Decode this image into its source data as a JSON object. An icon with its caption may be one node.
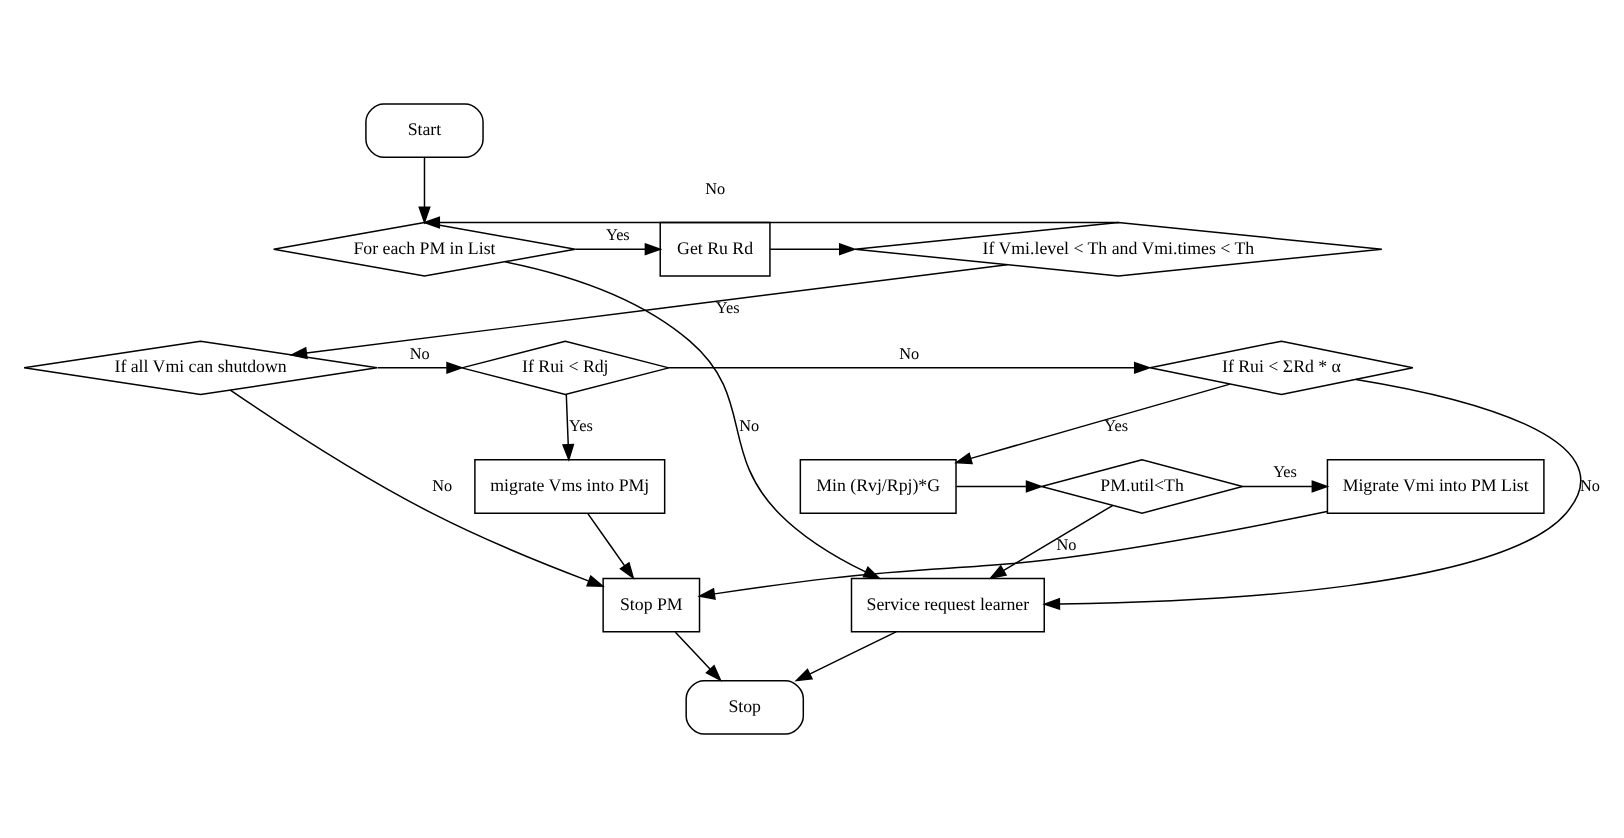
{
  "diagram": {
    "nodes": [
      {
        "text": [
          "Start"
        ]
      },
      {
        "text": [
          "For each PM in List"
        ]
      },
      {
        "text": [
          "Get Ru Rd"
        ]
      },
      {
        "text": [
          "If Vmi.level < Th and Vmi.times < Th"
        ]
      },
      {
        "text": [
          "If all Vmi can shutdown"
        ]
      },
      {
        "text": [
          "If Rui < Rdj"
        ]
      },
      {
        "text": [
          "If Rui < ΣRd * α"
        ]
      },
      {
        "text": [
          "migrate Vms into PMj"
        ]
      },
      {
        "text": [
          "Migrate Vmi into PM List"
        ]
      },
      {
        "text": [
          "PM.util<Th"
        ]
      },
      {
        "text": [
          "Min (Rvj/Rpj)*G"
        ]
      },
      {
        "text": [
          "Stop PM"
        ]
      },
      {
        "text": [
          "Stop"
        ]
      },
      {
        "text": [
          "Service request learner"
        ]
      }
    ],
    "edges": [
      {
        "from": 0,
        "to": 1,
        "arrow": "to"
      },
      {
        "from": 1,
        "to": 2,
        "arrow": "to",
        "label": "Yes"
      },
      {
        "from": 2,
        "to": 3,
        "arrow": "to"
      },
      {
        "from": 3,
        "to": 1,
        "arrow": "to",
        "label": "No"
      },
      {
        "from": 3,
        "to": 4,
        "arrow": "to",
        "label": "Yes"
      },
      {
        "from": 4,
        "to": 5,
        "arrow": "to",
        "label": "No"
      },
      {
        "from": 5,
        "to": 6,
        "arrow": "to",
        "label": "No"
      },
      {
        "from": 5,
        "to": 7,
        "arrow": "to",
        "label": "Yes"
      },
      {
        "from": 4,
        "to": 11,
        "arrow": "to",
        "label": "No"
      },
      {
        "from": 6,
        "to": 10,
        "arrow": "to",
        "label": "Yes"
      },
      {
        "from": 10,
        "to": 9,
        "arrow": "to"
      },
      {
        "from": 9,
        "to": 8,
        "arrow": "to",
        "label": "Yes"
      },
      {
        "from": 9,
        "to": 13,
        "arrow": "to",
        "label": "No"
      },
      {
        "from": 7,
        "to": 11,
        "arrow": "to"
      },
      {
        "from": 8,
        "to": 11,
        "arrow": "to"
      },
      {
        "from": 11,
        "to": 12,
        "arrow": "to"
      },
      {
        "from": 13,
        "to": 12,
        "arrow": "to"
      },
      {
        "from": 1,
        "to": 13,
        "arrow": "to",
        "label": "No"
      },
      {
        "from": 6,
        "to": 13,
        "arrow": "to",
        "label": "No"
      }
    ]
  }
}
